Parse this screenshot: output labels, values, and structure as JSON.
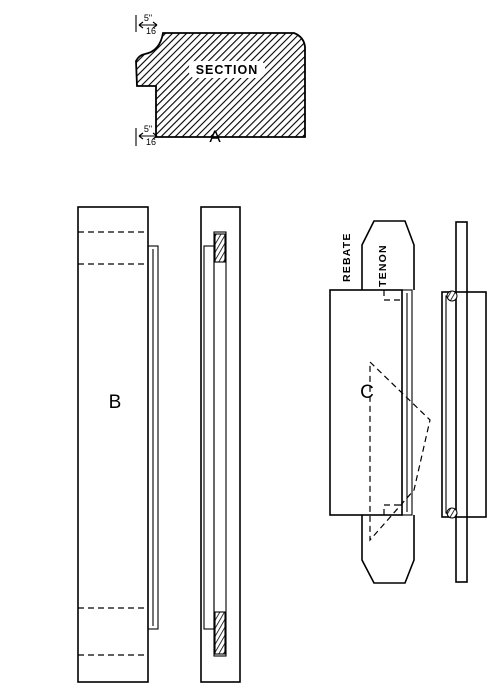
{
  "figure_a": {
    "label": "A",
    "section_label": "SECTION",
    "dim_top": {
      "num": "5\"",
      "den": "16"
    },
    "dim_bottom": {
      "num": "5\"",
      "den": "16"
    }
  },
  "figure_b": {
    "label": "B"
  },
  "figure_c": {
    "label": "C",
    "rebate_label": "REBATE",
    "tenon_label": "TENON"
  }
}
